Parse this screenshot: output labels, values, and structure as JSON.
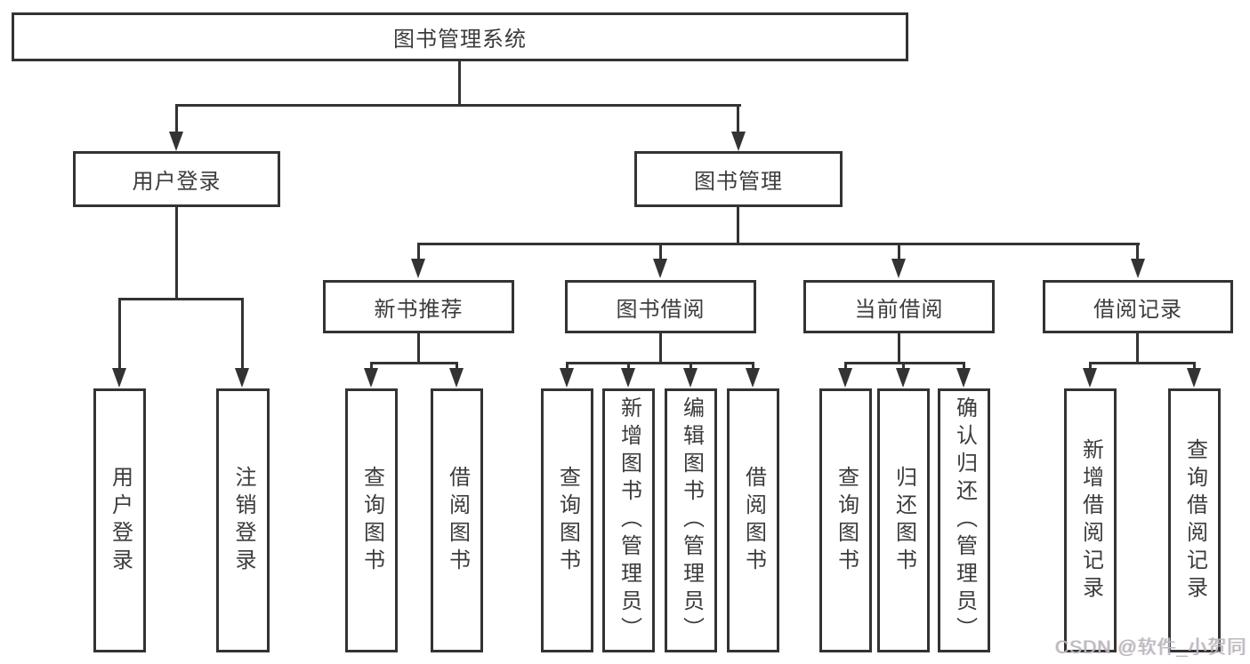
{
  "diagram": {
    "root": {
      "label": "图书管理系统"
    },
    "level2": {
      "user_login": {
        "label": "用户登录"
      },
      "book_mgmt": {
        "label": "图书管理"
      }
    },
    "level3": {
      "new_books": {
        "label": "新书推荐"
      },
      "book_borrow": {
        "label": "图书借阅"
      },
      "current_borrow": {
        "label": "当前借阅"
      },
      "borrow_records": {
        "label": "借阅记录"
      }
    },
    "leaves": {
      "user_login_leaf": {
        "label": "用户登录"
      },
      "logout": {
        "label": "注销登录"
      },
      "nb_query": {
        "label": "查询图书"
      },
      "nb_borrow": {
        "label": "借阅图书"
      },
      "bb_query": {
        "label": "查询图书"
      },
      "bb_add": {
        "label": "新增图书（管理员）"
      },
      "bb_edit": {
        "label": "编辑图书（管理员）"
      },
      "bb_borrow": {
        "label": "借阅图书"
      },
      "cb_query": {
        "label": "查询图书"
      },
      "cb_return": {
        "label": "归还图书"
      },
      "cb_confirm": {
        "label": "确认归还（管理员）"
      },
      "br_add": {
        "label": "新增借阅记录"
      },
      "br_query": {
        "label": "查询借阅记录"
      }
    }
  },
  "watermark": {
    "text": "CSDN @软件_小贺同学"
  },
  "colors": {
    "border": "#333333",
    "text": "#3c3c3c",
    "background": "#ffffff",
    "watermark": "#b9b9b9"
  }
}
